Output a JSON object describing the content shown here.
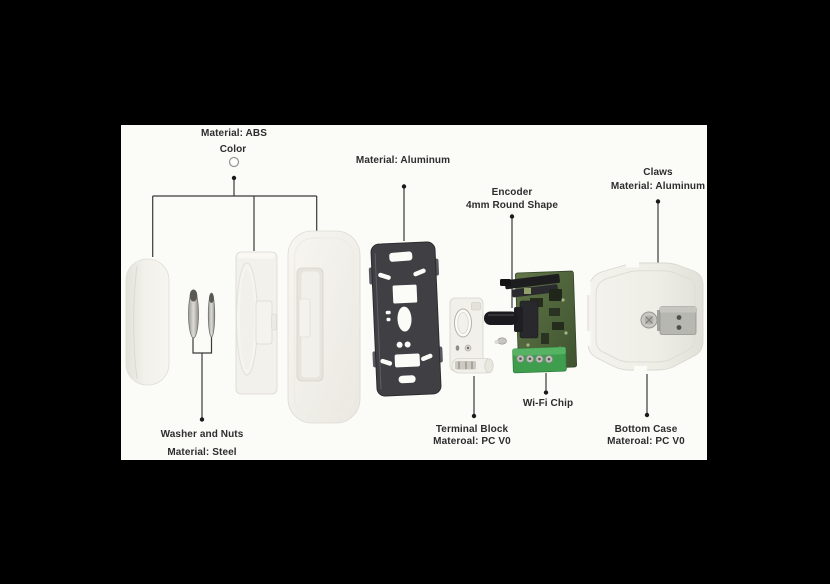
{
  "title": "Smart dimmer exploded parts diagram",
  "labels": {
    "knob_material": "Material: ABS",
    "knob_color": "Color",
    "plate_material": "Material: Aluminum",
    "encoder": {
      "line1": "Encoder",
      "line2": "4mm Round Shape"
    },
    "claws": {
      "line1": "Claws",
      "line2": "Material: Aluminum"
    },
    "washer": {
      "line1": "Washer and Nuts",
      "line2": "Material: Steel"
    },
    "terminal": {
      "line1": "Terminal Block",
      "line2": "Materoal: PC V0"
    },
    "wifi": "Wi-Fi Chip",
    "bottom_case": {
      "line1": "Bottom Case",
      "line2": "Materoal: PC V0"
    }
  },
  "colors": {
    "background": "#000000",
    "panel": "#fbfbf8",
    "leader_line": "#3a3a38",
    "text": "#2d2d2d",
    "aluminum_plate": "#404044",
    "pcb_green": "#4e6539",
    "terminal_green": "#3f9e4d",
    "plastic_white": "#f2f1ec",
    "metal_gray": "#b7b7b2",
    "encoder_black": "#1b1b1f"
  }
}
